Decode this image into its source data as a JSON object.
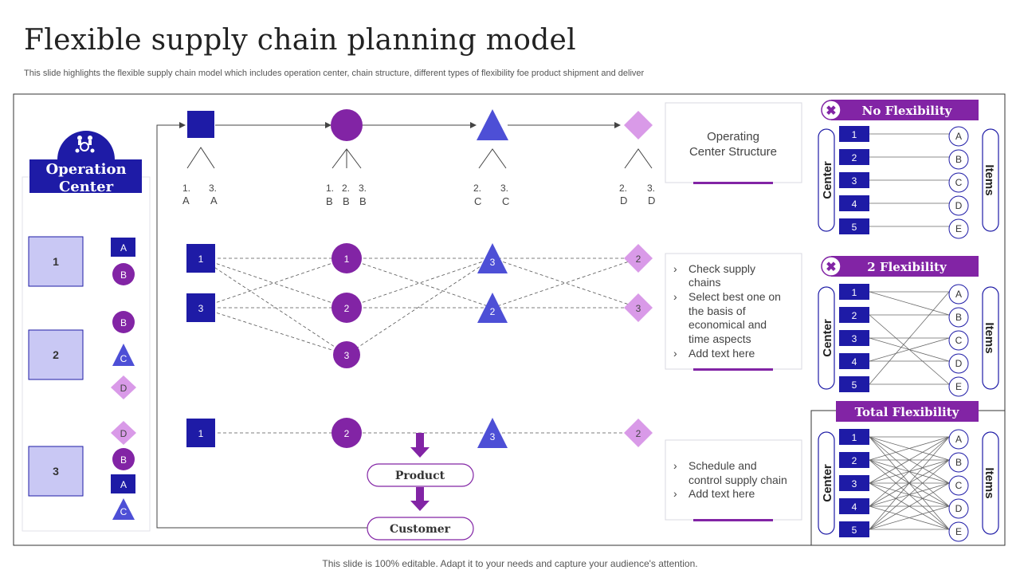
{
  "header": {
    "title": "Flexible supply chain planning model",
    "subtitle": "This slide highlights the flexible supply chain model which includes operation center, chain structure, different types of flexibility foe product shipment and deliver"
  },
  "footer": "This slide is 100% editable. Adapt it to your needs and capture your audience's attention.",
  "colors": {
    "dark_blue": "#1E1BA6",
    "purple": "#8224A5",
    "triangle_blue": "#4D4FD6",
    "diamond": "#D99AE8",
    "light_box": "#C9C8F4"
  },
  "operation_center": {
    "title_line1": "Operation",
    "title_line2": "Center",
    "icon": "gears-people-icon",
    "centers": [
      "1",
      "2",
      "3"
    ],
    "markers": [
      "A",
      "B",
      "B",
      "C",
      "D",
      "D",
      "B",
      "A",
      "C"
    ]
  },
  "top_row_labels": {
    "square": {
      "n1": "1.",
      "n2": "3.",
      "l1": "A",
      "l2": "A"
    },
    "circle": {
      "n1": "1.",
      "n2": "2.",
      "n3": "3.",
      "l1": "B",
      "l2": "B",
      "l3": "B"
    },
    "triangle": {
      "n1": "2.",
      "n2": "3.",
      "l1": "C",
      "l2": "C"
    },
    "diamond": {
      "n1": "2.",
      "n2": "3.",
      "l1": "D",
      "l2": "D"
    }
  },
  "network": {
    "squares": [
      "1",
      "3",
      "1"
    ],
    "circles": [
      "1",
      "2",
      "3",
      "2"
    ],
    "triangles": [
      "3",
      "2",
      "3"
    ],
    "diamonds": [
      "2",
      "3",
      "2"
    ]
  },
  "flow": {
    "product": "Product",
    "customer": "Customer"
  },
  "info_boxes": {
    "box1": {
      "line1": "Operating",
      "line2": "Center Structure"
    },
    "box2": {
      "bullets": [
        {
          "lines": [
            "Check supply",
            "chains"
          ]
        },
        {
          "lines": [
            "Select best one on",
            "the basis of",
            "economical and",
            "time aspects"
          ]
        },
        {
          "lines": [
            "Add text here"
          ]
        }
      ]
    },
    "box3": {
      "bullets": [
        {
          "lines": [
            "Schedule and",
            "control supply chain"
          ]
        },
        {
          "lines": [
            "Add text here"
          ]
        }
      ]
    }
  },
  "flex_panels": [
    {
      "title": "No Flexibility",
      "left_label": "Center",
      "right_label": "Items",
      "centers": [
        "1",
        "2",
        "3",
        "4",
        "5"
      ],
      "items": [
        "A",
        "B",
        "C",
        "D",
        "E"
      ]
    },
    {
      "title": "2 Flexibility",
      "left_label": "Center",
      "right_label": "Items",
      "centers": [
        "1",
        "2",
        "3",
        "4",
        "5"
      ],
      "items": [
        "A",
        "B",
        "C",
        "D",
        "E"
      ]
    },
    {
      "title": "Total Flexibility",
      "left_label": "Center",
      "right_label": "Items",
      "centers": [
        "1",
        "2",
        "3",
        "4",
        "5"
      ],
      "items": [
        "A",
        "B",
        "C",
        "D",
        "E"
      ]
    }
  ]
}
